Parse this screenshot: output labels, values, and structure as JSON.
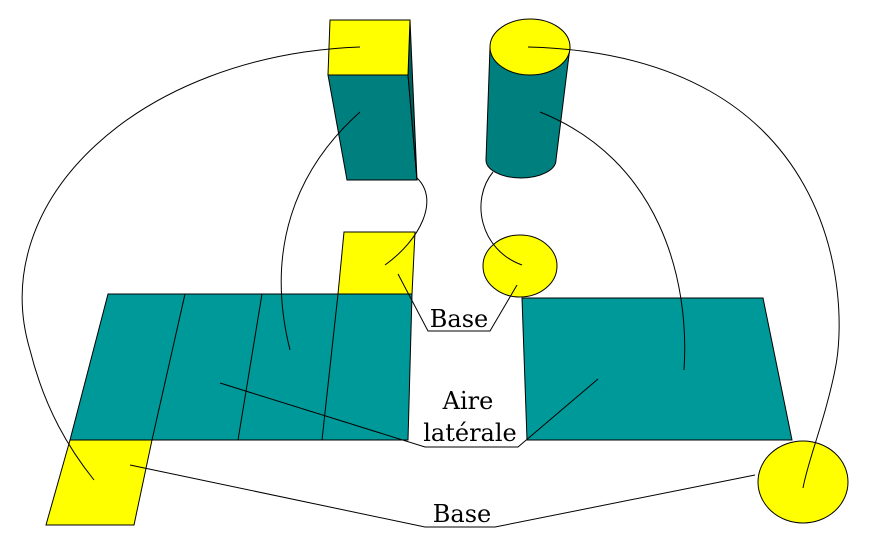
{
  "labels": {
    "base_top": "Base",
    "lateral_line1": "Aire",
    "lateral_line2": "latérale",
    "base_bottom": "Base"
  },
  "colors": {
    "base_fill": "#ffff00",
    "lateral_fill": "#009999",
    "lateral_dark": "#006b6b",
    "lateral_mid": "#007f7f",
    "stroke": "#000000"
  }
}
